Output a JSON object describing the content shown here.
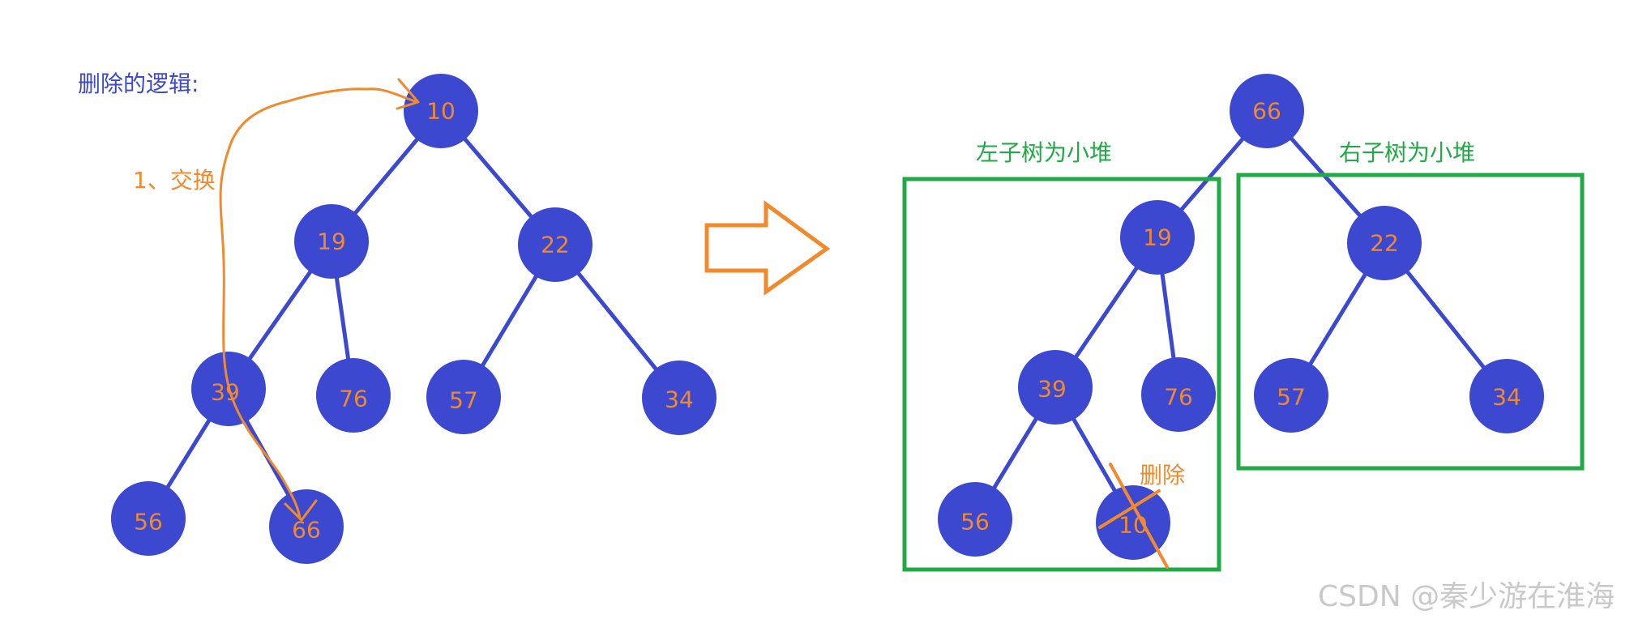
{
  "title": "删除的逻辑:",
  "step_label": "1、交换",
  "left_subtree_label": "左子树为小堆",
  "right_subtree_label": "右子树为小堆",
  "delete_label": "删除",
  "watermark": "CSDN @秦少游在淮海",
  "colors": {
    "node_fill": "#3b48cf",
    "edge": "#3b48cf",
    "node_text": "#f08a2c",
    "annotation": "#f08a2c",
    "box": "#22a845"
  },
  "before_tree": {
    "root": "10",
    "level1": [
      "19",
      "22"
    ],
    "level2": [
      "39",
      "76",
      "57",
      "34"
    ],
    "level3": [
      "56",
      "66"
    ]
  },
  "after_tree": {
    "root": "66",
    "level1": [
      "19",
      "22"
    ],
    "level2": [
      "39",
      "76",
      "57",
      "34"
    ],
    "level3": [
      "56",
      "10"
    ]
  }
}
